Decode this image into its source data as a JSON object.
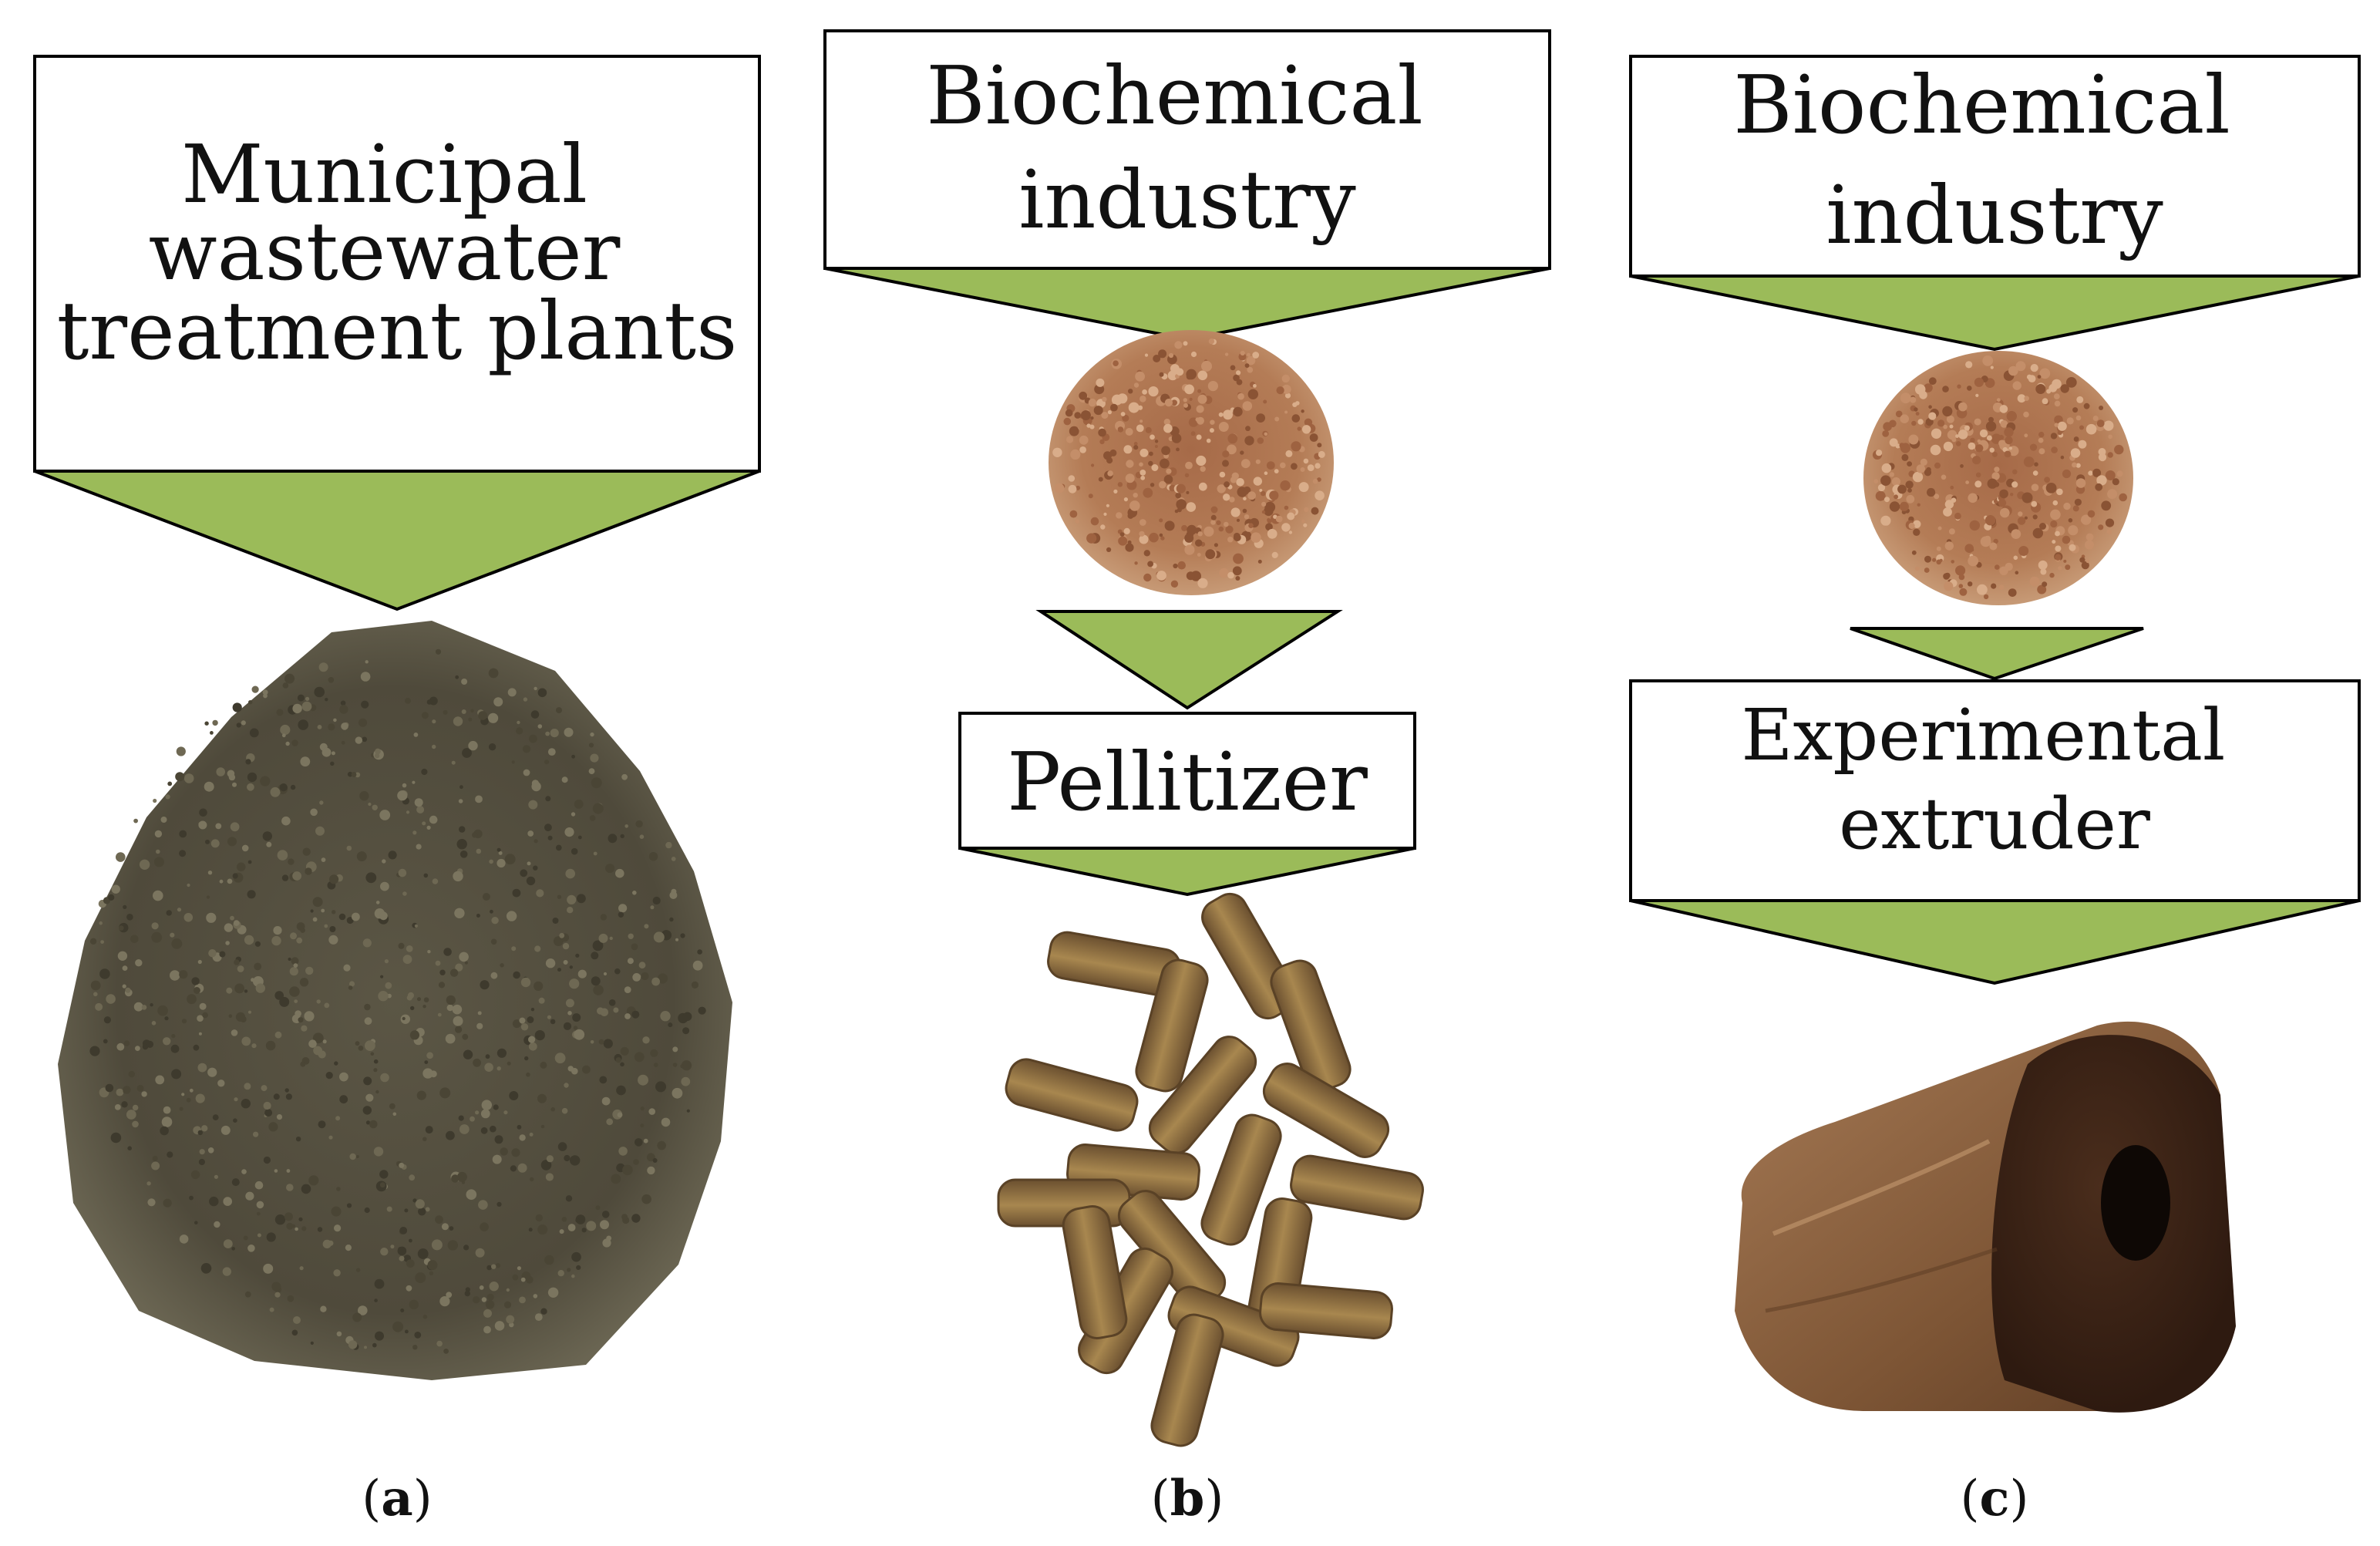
{
  "panels": [
    {
      "id": "a",
      "label_open": "(",
      "label_letter": "a",
      "label_close": ")",
      "source_lines": [
        "Municipal",
        "wastewater",
        "treatment plants"
      ],
      "product": "sludge-granules-photo"
    },
    {
      "id": "b",
      "label_open": "(",
      "label_letter": "b",
      "label_close": ")",
      "source_lines": [
        "Biochemical",
        "industry"
      ],
      "intermediate": "bark-chips-photo",
      "process_lines": [
        "Pellitizer"
      ],
      "product": "pellets-photo"
    },
    {
      "id": "c",
      "label_open": "(",
      "label_letter": "c",
      "label_close": ")",
      "source_lines": [
        "Biochemical",
        "industry"
      ],
      "intermediate": "bark-chips-photo",
      "process_lines": [
        "Experimental",
        "extruder"
      ],
      "product": "briquette-photo"
    }
  ],
  "colors": {
    "arrow_fill": "#9bbb59",
    "box_stroke": "#000000",
    "sludge": "#55503f",
    "bark": "#b07650",
    "pellet": "#8a6a3f",
    "briquette_outer": "#8a6140",
    "briquette_face": "#3e2518"
  }
}
